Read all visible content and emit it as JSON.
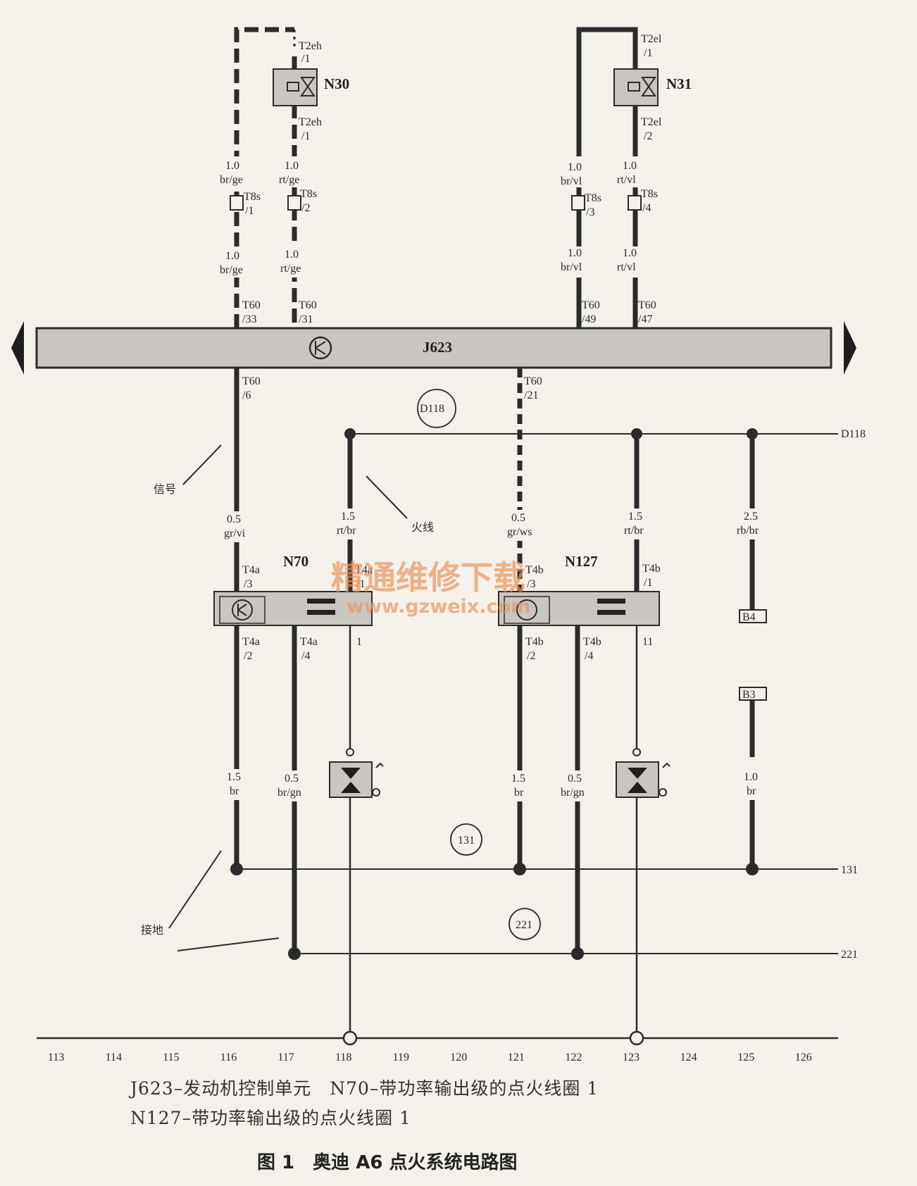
{
  "ecu": {
    "label": "J623"
  },
  "components": {
    "n30": "N30",
    "n31": "N31",
    "n70": "N70",
    "n127": "N127"
  },
  "connectors": {
    "t2eh_1": "T2eh",
    "t2eh_1_pin": "/1",
    "t2eh_2": "T2eh",
    "t2eh_2_pin": "/1",
    "t2el_1": "T2el",
    "t2el_1_pin": "/1",
    "t2el_2": "T2el",
    "t2el_2_pin": "/2",
    "t8s_1": "T8s",
    "t8s_1_pin": "/1",
    "t8s_2": "T8s",
    "t8s_2_pin": "/2",
    "t8s_3": "T8s",
    "t8s_3_pin": "/3",
    "t8s_4": "T8s",
    "t8s_4_pin": "/4",
    "t60_33": "T60",
    "t60_33_pin": "/33",
    "t60_31": "T60",
    "t60_31_pin": "/31",
    "t60_49": "T60",
    "t60_49_pin": "/49",
    "t60_47": "T60",
    "t60_47_pin": "/47",
    "t60_6": "T60",
    "t60_6_pin": "/6",
    "t60_21": "T60",
    "t60_21_pin": "/21",
    "t4a_3": "T4a",
    "t4a_3_pin": "/3",
    "t4a_1": "T4a",
    "t4a_1_pin": "/1",
    "t4a_2": "T4a",
    "t4a_2_pin": "/2",
    "t4a_4": "T4a",
    "t4a_4_pin": "/4",
    "t4b_3": "T4b",
    "t4b_3_pin": "/3",
    "t4b_1": "T4b",
    "t4b_1_pin": "/1",
    "t4b_2": "T4b",
    "t4b_2_pin": "/2",
    "t4b_4": "T4b",
    "t4b_4_pin": "/4",
    "pin_1": "1",
    "pin_11": "11"
  },
  "wires": {
    "w1": {
      "size": "1.0",
      "color": "br/ge"
    },
    "w2": {
      "size": "1.0",
      "color": "rt/ge"
    },
    "w3": {
      "size": "1.0",
      "color": "br/vl"
    },
    "w4": {
      "size": "1.0",
      "color": "rt/vl"
    },
    "w5": {
      "size": "1.0",
      "color": "br/ge"
    },
    "w6": {
      "size": "1.0",
      "color": "rt/ge"
    },
    "w7": {
      "size": "1.0",
      "color": "br/vl"
    },
    "w8": {
      "size": "1.0",
      "color": "rt/vl"
    },
    "w9": {
      "size": "0.5",
      "color": "gr/vi"
    },
    "w10": {
      "size": "1.5",
      "color": "rt/br"
    },
    "w11": {
      "size": "0.5",
      "color": "gr/ws"
    },
    "w12": {
      "size": "1.5",
      "color": "rt/br"
    },
    "w13": {
      "size": "2.5",
      "color": "rb/br"
    },
    "w14": {
      "size": "1.5",
      "color": "br"
    },
    "w15": {
      "size": "0.5",
      "color": "br/gn"
    },
    "w16": {
      "size": "1.5",
      "color": "br"
    },
    "w17": {
      "size": "0.5",
      "color": "br/gn"
    },
    "w18": {
      "size": "1.0",
      "color": "br"
    }
  },
  "buses": {
    "d118_circle": "D118",
    "d118_end": "D118",
    "b131_circle": "131",
    "b131_end": "131",
    "b221_circle": "221",
    "b221_end": "221",
    "b4": "B4",
    "b3": "B3"
  },
  "annotations": {
    "signal": "信号",
    "live": "火线",
    "ground": "接地"
  },
  "watermark": {
    "line1": "精通维修下载",
    "line2": "www.gzweix.com"
  },
  "track_numbers": [
    "113",
    "114",
    "115",
    "116",
    "117",
    "118",
    "119",
    "120",
    "121",
    "122",
    "123",
    "124",
    "125",
    "126"
  ],
  "legend": {
    "line1": "J623–发动机控制单元　N70–带功率输出级的点火线圈 1",
    "line2": "N127–带功率输出级的点火线圈 1"
  },
  "figure_title": "图 1　奥迪 A6 点火系统电路图"
}
